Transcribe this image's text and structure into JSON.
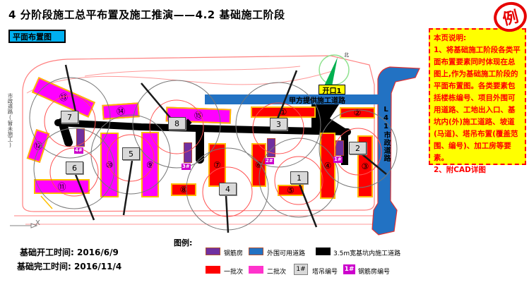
{
  "header": {
    "title": "4 分阶段施工总平布置及施工推演——4.2 基础施工阶段",
    "stamp": "例",
    "view_tag": "平面布置图"
  },
  "notes": {
    "heading": "本页说明:",
    "body": "1、将基础施工阶段各类平面布置要素同时体现在总图上,作为基础施工阶段的平面布置图。各类要素包括楼栋编号、项目外围可用道路、工地出入口、基坑内(外)施工道路、坡道(马道)、塔吊布置(覆盖范围、编号)、加工房等要素。\n2、附CAD详图"
  },
  "plan": {
    "labels": {
      "opening": "开口1",
      "party_a_road": "甲方提供施工道路",
      "municipal_road_right": "L41市政道路",
      "municipal_road_left": "市政道路(暂未施工)",
      "north": "北",
      "axis_x": "X"
    },
    "buildings": [
      {
        "label": "①",
        "batch": "一批次"
      },
      {
        "label": "②",
        "batch": "一批次"
      },
      {
        "label": "③",
        "batch": "一批次"
      },
      {
        "label": "④",
        "batch": "一批次"
      },
      {
        "label": "⑤",
        "batch": "一批次"
      },
      {
        "label": "⑥",
        "batch": "一批次"
      },
      {
        "label": "⑦",
        "batch": "一批次"
      },
      {
        "label": "⑧",
        "batch": "一批次"
      },
      {
        "label": "⑨",
        "batch": "二批次"
      },
      {
        "label": "⑩",
        "batch": "二批次"
      },
      {
        "label": "⑪",
        "batch": "二批次"
      },
      {
        "label": "⑫",
        "batch": "二批次"
      },
      {
        "label": "⑬",
        "batch": "二批次"
      },
      {
        "label": "⑭",
        "batch": "二批次"
      },
      {
        "label": "⑮",
        "batch": "二批次"
      }
    ],
    "cranes": [
      {
        "label": "1"
      },
      {
        "label": "2"
      },
      {
        "label": "3"
      },
      {
        "label": "4"
      },
      {
        "label": "5"
      },
      {
        "label": "6"
      },
      {
        "label": "7"
      },
      {
        "label": "8"
      }
    ],
    "rebar_houses": [
      {
        "label": "1#"
      },
      {
        "label": "2#"
      },
      {
        "label": "3#"
      },
      {
        "label": "4#"
      }
    ]
  },
  "schedule": {
    "start_label": "基础开工时间:",
    "start_value": "2016/6/9",
    "finish_label": "基础完工时间:",
    "finish_value": "2016/11/4"
  },
  "legend": {
    "title": "图例:",
    "items": [
      {
        "label": "钢筋房",
        "swatch": "rebar"
      },
      {
        "label": "外围可用道路",
        "swatch": "outer-road"
      },
      {
        "label": "3.5m宽基坑内施工道路",
        "swatch": "pit-road"
      },
      {
        "label": "一批次",
        "swatch": "batch1"
      },
      {
        "label": "二批次",
        "swatch": "batch2"
      },
      {
        "label": "塔吊编号",
        "swatch": "crane-badge",
        "badge": "1#"
      },
      {
        "label": "钢筋房编号",
        "swatch": "rebar-badge",
        "badge": "1#"
      }
    ]
  },
  "colors": {
    "batch1_red": "#FF0000",
    "batch2_magenta": "#FF00FF",
    "rebar_purple": "#7030A0",
    "road_blue": "#2272C3",
    "road_black": "#000000",
    "boundary_pink": "#FF8080",
    "view_tag_blue": "#00B0F0",
    "note_bg_yellow": "#FFFF00",
    "note_text_red": "#FF0000",
    "crane_box_gray": "#D9D9D9",
    "stamp_red": "#E60000"
  }
}
